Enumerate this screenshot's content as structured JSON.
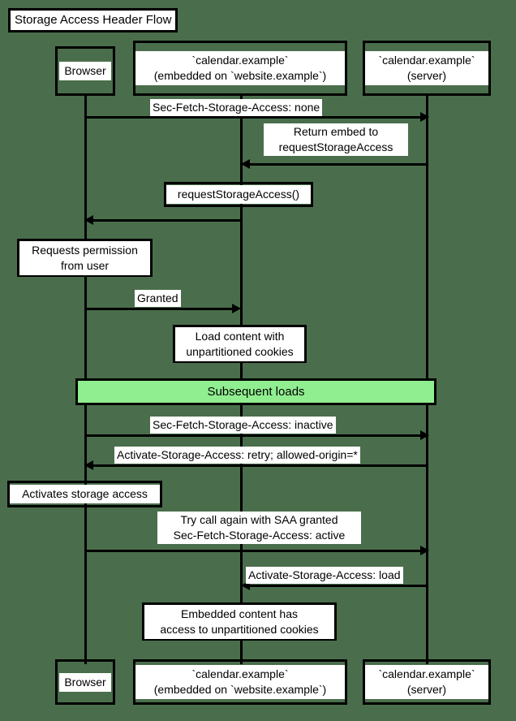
{
  "diagram": {
    "title": "Storage Access Header Flow",
    "type": "sequence-diagram",
    "background_color": "#4a6e4c",
    "accent_color": "#90ee90",
    "line_color": "#000000",
    "note_fill": "#ffffff"
  },
  "participants": [
    {
      "id": "browser",
      "label": "Browser"
    },
    {
      "id": "embed",
      "label": "`calendar.example`\n(embedded on `website.example`)"
    },
    {
      "id": "server",
      "label": "`calendar.example`\n(server)"
    }
  ],
  "messages": [
    {
      "id": "m1",
      "from": "browser",
      "to": "server",
      "direction": "right",
      "label": "Sec-Fetch-Storage-Access: none"
    },
    {
      "id": "m2",
      "from": "server",
      "to": "embed",
      "direction": "left",
      "label": "Return embed to\nrequestStorageAccess"
    },
    {
      "id": "m3",
      "from": "embed",
      "to": "browser",
      "direction": "left",
      "label": ""
    },
    {
      "id": "m4",
      "from": "browser",
      "to": "embed",
      "direction": "right",
      "label": "Granted"
    },
    {
      "id": "m5",
      "from": "browser",
      "to": "server",
      "direction": "right",
      "label": "Sec-Fetch-Storage-Access: inactive"
    },
    {
      "id": "m6",
      "from": "server",
      "to": "browser",
      "direction": "left",
      "label": "Activate-Storage-Access: retry; allowed-origin=*"
    },
    {
      "id": "m7",
      "from": "browser",
      "to": "server",
      "direction": "right",
      "label": "Try call again with SAA granted\nSec-Fetch-Storage-Access: active"
    },
    {
      "id": "m8",
      "from": "server",
      "to": "embed",
      "direction": "left",
      "label": "Activate-Storage-Access: load"
    }
  ],
  "notes": [
    {
      "id": "n1",
      "over": "embed",
      "text": "requestStorageAccess()"
    },
    {
      "id": "n2",
      "over": "browser",
      "text": "Requests permission\nfrom user"
    },
    {
      "id": "n3",
      "over": "embed",
      "text": "Load content with\nunpartitioned cookies"
    },
    {
      "id": "n4",
      "over": "browser",
      "text": "Activates storage access"
    },
    {
      "id": "n5",
      "over": "embed",
      "text": "Embedded content has\naccess to unpartitioned cookies"
    }
  ],
  "sections": [
    {
      "id": "s1",
      "label": "Subsequent loads",
      "color": "#90ee90"
    }
  ]
}
